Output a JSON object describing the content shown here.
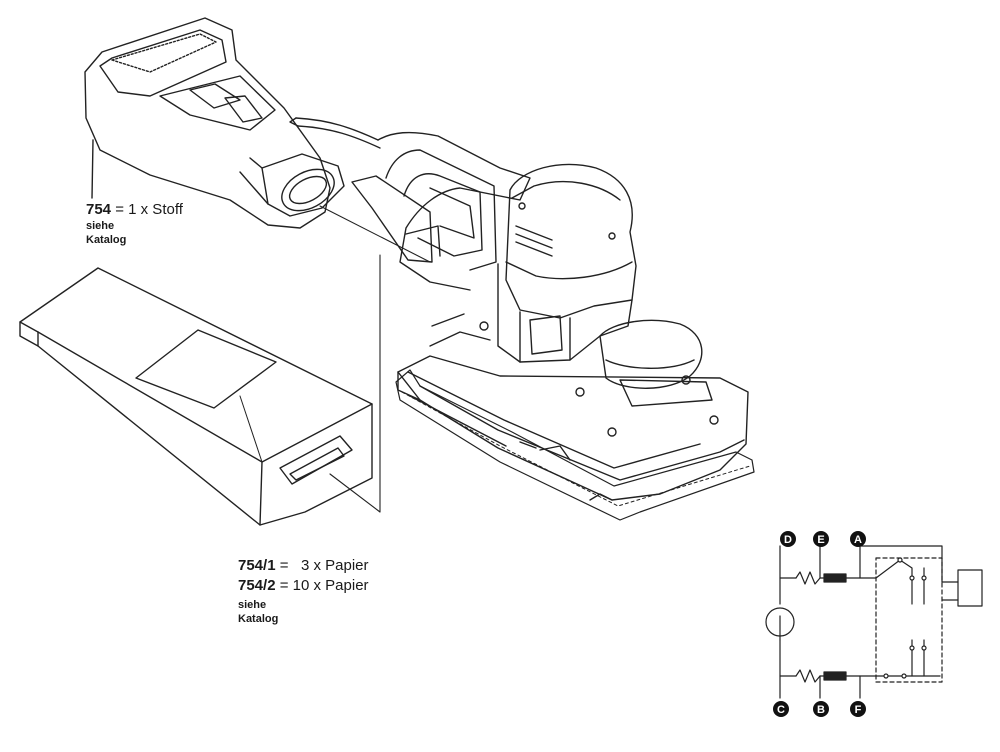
{
  "callouts": {
    "cloth_bag": {
      "part": "754",
      "desc": "= 1 x Stoff",
      "see": "siehe",
      "catalog": "Katalog"
    },
    "paper_bags": {
      "line1_part": "754/1",
      "line1_desc": "=   3 x Papier",
      "line2_part": "754/2",
      "line2_desc": "= 10 x Papier",
      "see": "siehe",
      "catalog": "Katalog"
    }
  },
  "circuit": {
    "nodes": [
      "D",
      "E",
      "A",
      "C",
      "B",
      "F"
    ]
  }
}
